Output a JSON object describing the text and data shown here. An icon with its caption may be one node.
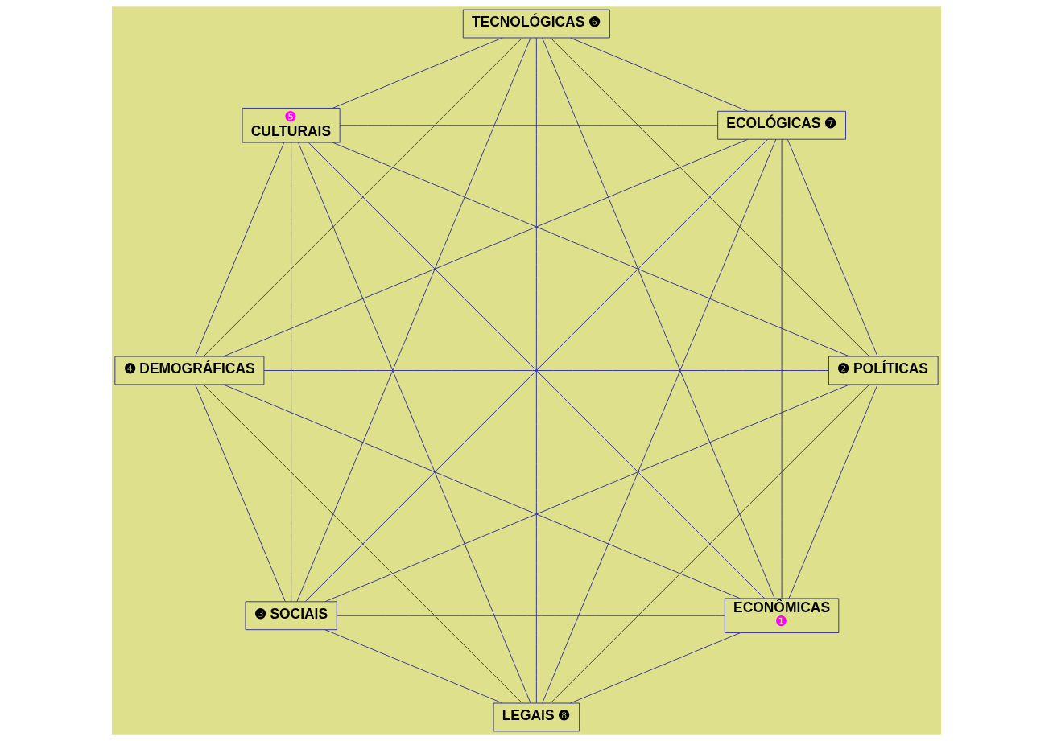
{
  "diagram": {
    "nodes": [
      {
        "text": [
          "ECONÔMICAS",
          "❶"
        ]
      },
      {
        "text": [
          "❷ POLÍTICAS"
        ]
      },
      {
        "text": [
          "❸ SOCIAIS"
        ]
      },
      {
        "text": [
          "❹ DEMOGRÁFICAS"
        ]
      },
      {
        "text": [
          "❺",
          "CULTURAIS"
        ]
      },
      {
        "text": [
          "TECNOLÓGICAS ❻"
        ]
      },
      {
        "text": [
          "ECOLÓGICAS ❼"
        ]
      },
      {
        "text": [
          "LEGAIS ❽"
        ]
      }
    ],
    "edges": [
      {
        "from": 0,
        "to": 1,
        "arrow": "none"
      },
      {
        "from": 0,
        "to": 2,
        "arrow": "none"
      },
      {
        "from": 0,
        "to": 3,
        "arrow": "none"
      },
      {
        "from": 0,
        "to": 4,
        "arrow": "none"
      },
      {
        "from": 0,
        "to": 5,
        "arrow": "none"
      },
      {
        "from": 0,
        "to": 6,
        "arrow": "none"
      },
      {
        "from": 0,
        "to": 7,
        "arrow": "none"
      },
      {
        "from": 1,
        "to": 2,
        "arrow": "none"
      },
      {
        "from": 1,
        "to": 3,
        "arrow": "none"
      },
      {
        "from": 1,
        "to": 4,
        "arrow": "none"
      },
      {
        "from": 1,
        "to": 5,
        "arrow": "none"
      },
      {
        "from": 1,
        "to": 6,
        "arrow": "none"
      },
      {
        "from": 1,
        "to": 7,
        "arrow": "none"
      },
      {
        "from": 2,
        "to": 3,
        "arrow": "none"
      },
      {
        "from": 2,
        "to": 4,
        "arrow": "none"
      },
      {
        "from": 2,
        "to": 5,
        "arrow": "none"
      },
      {
        "from": 2,
        "to": 6,
        "arrow": "none"
      },
      {
        "from": 2,
        "to": 7,
        "arrow": "none"
      },
      {
        "from": 3,
        "to": 4,
        "arrow": "none"
      },
      {
        "from": 3,
        "to": 5,
        "arrow": "none"
      },
      {
        "from": 3,
        "to": 6,
        "arrow": "none"
      },
      {
        "from": 3,
        "to": 7,
        "arrow": "none"
      },
      {
        "from": 4,
        "to": 5,
        "arrow": "none"
      },
      {
        "from": 4,
        "to": 6,
        "arrow": "none"
      },
      {
        "from": 4,
        "to": 7,
        "arrow": "none"
      },
      {
        "from": 5,
        "to": 6,
        "arrow": "none"
      },
      {
        "from": 5,
        "to": 7,
        "arrow": "none"
      },
      {
        "from": 6,
        "to": 7,
        "arrow": "none"
      }
    ]
  }
}
